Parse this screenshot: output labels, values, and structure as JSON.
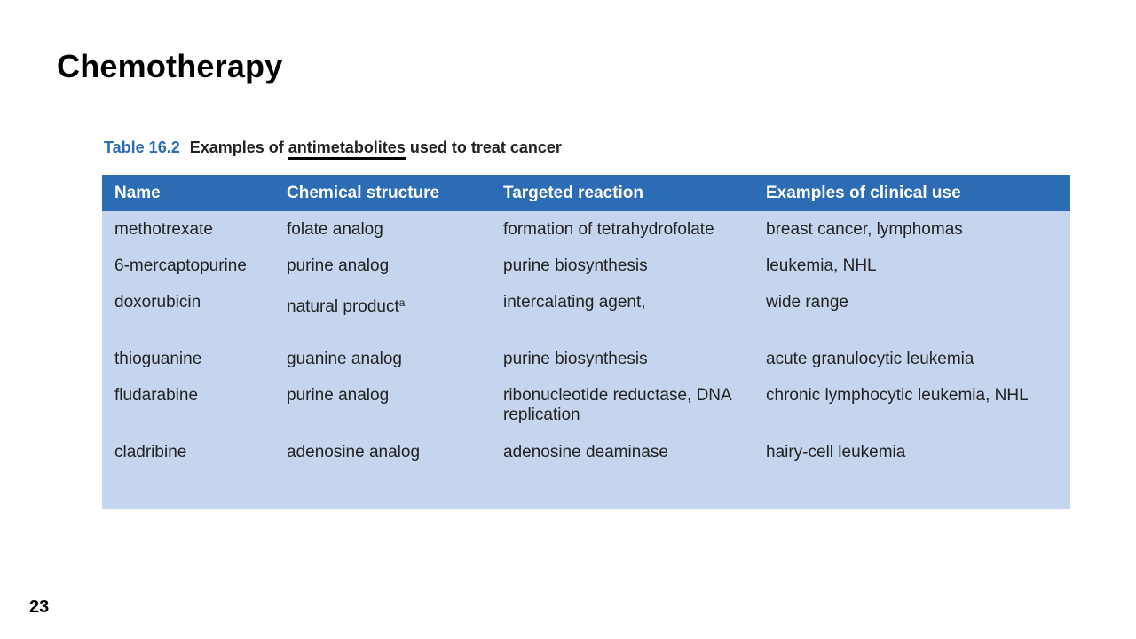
{
  "slide": {
    "title": "Chemotherapy",
    "page_number": "23"
  },
  "table": {
    "caption_number": "Table 16.2",
    "caption_pre": "Examples of",
    "caption_highlight": "antimetabolites",
    "caption_post": "used to treat cancer",
    "headers": [
      "Name",
      "Chemical structure",
      "Targeted reaction",
      "Examples of clinical use"
    ],
    "rows": [
      [
        "methotrexate",
        "folate analog",
        "formation of tetrahydrofolate",
        "breast cancer, lymphomas"
      ],
      [
        "6-mercaptopurine",
        "purine analog",
        "purine biosynthesis",
        "leukemia, NHL"
      ],
      [
        "doxorubicin",
        "natural product",
        "intercalating agent,",
        "wide range"
      ],
      [
        "thioguanine",
        "guanine analog",
        "purine biosynthesis",
        "acute granulocytic leukemia"
      ],
      [
        "fludarabine",
        "purine analog",
        "ribonucleotide reductase, DNA replication",
        "chronic lymphocytic leukemia, NHL"
      ],
      [
        "cladribine",
        "adenosine analog",
        "adenosine deaminase",
        "hairy-cell leukemia"
      ]
    ],
    "footnote_marker": "a"
  }
}
